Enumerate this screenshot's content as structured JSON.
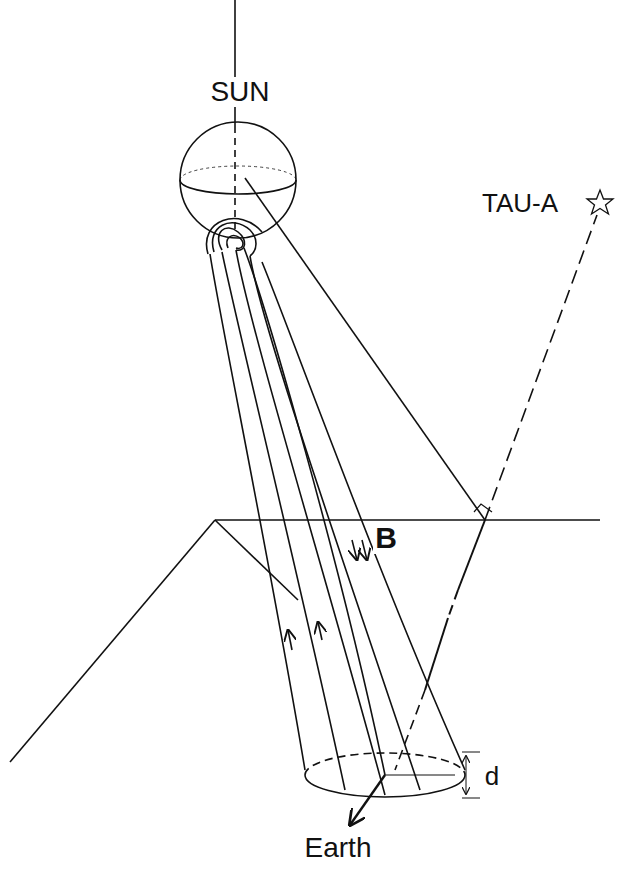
{
  "diagram": {
    "labels": [
      "SUN",
      "TAU-A",
      "B",
      "d",
      "Earth"
    ]
  }
}
